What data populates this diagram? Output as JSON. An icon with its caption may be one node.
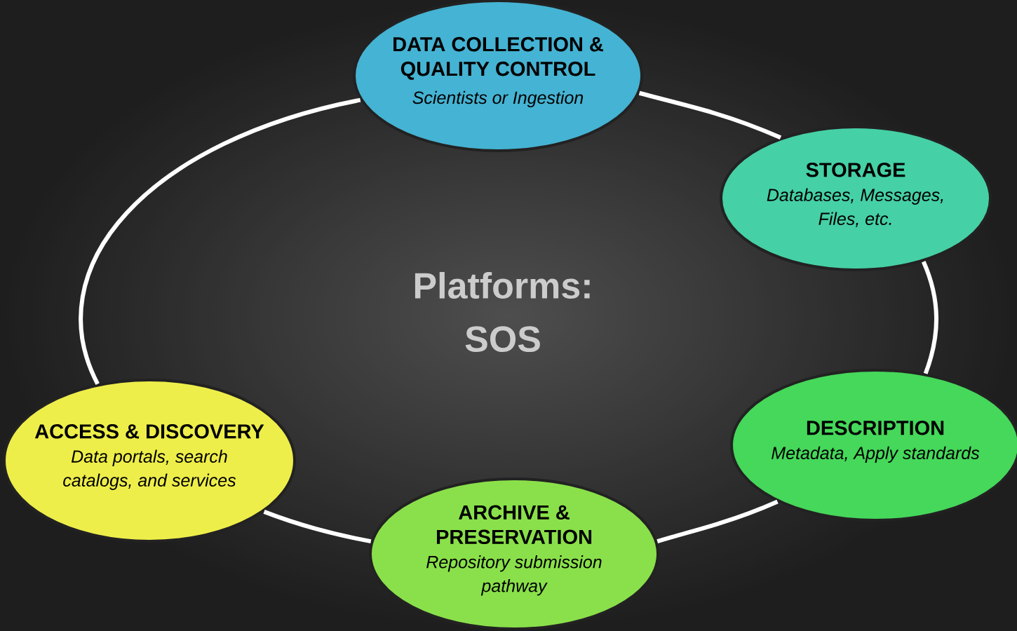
{
  "diagram": {
    "nodes": [
      {
        "text": [
          "DATA COLLECTION & QUALITY CONTROL",
          "Scientists or Ingestion"
        ]
      },
      {
        "text": [
          "STORAGE",
          "Databases, Messages, Files, etc."
        ]
      },
      {
        "text": [
          "DESCRIPTION",
          "Metadata, Apply standards"
        ]
      },
      {
        "text": [
          "ARCHIVE & PRESERVATION",
          "Repository submission pathway"
        ]
      },
      {
        "text": [
          "ACCESS & DISCOVERY",
          "Data portals, search catalogs, and services"
        ]
      }
    ],
    "edges": [
      {
        "from": 0,
        "to": 1,
        "arrow": "none"
      },
      {
        "from": 1,
        "to": 2,
        "arrow": "none"
      },
      {
        "from": 2,
        "to": 3,
        "arrow": "none"
      },
      {
        "from": 3,
        "to": 4,
        "arrow": "none"
      },
      {
        "from": 4,
        "to": 0,
        "arrow": "none"
      }
    ],
    "labels": [
      "Platforms: SOS"
    ]
  }
}
